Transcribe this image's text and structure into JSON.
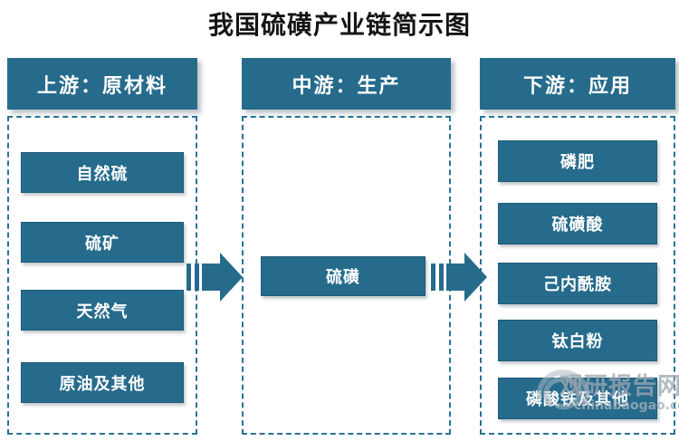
{
  "title": "我国硫磺产业链简示图",
  "columns": [
    {
      "header": "上游：原材料",
      "items": [
        "自然硫",
        "硫矿",
        "天然气",
        "原油及其他"
      ]
    },
    {
      "header": "中游：生产",
      "items": [
        "硫磺"
      ]
    },
    {
      "header": "下游：应用",
      "items": [
        "磷肥",
        "硫磺酸",
        "己内酰胺",
        "钛白粉",
        "磷酸铁及其他"
      ]
    }
  ],
  "icons": {
    "flow_arrow": "striped-right-arrow",
    "watermark_logo": "swirl-logo"
  },
  "watermark": {
    "name": "观研报告网",
    "url": "chinabaogao.com"
  },
  "colors": {
    "box_fill": "#266b8c",
    "dashed_border": "#2b7294",
    "box_text": "#ffffff",
    "title_text": "#151515",
    "watermark_text": "#9ba8b2"
  }
}
